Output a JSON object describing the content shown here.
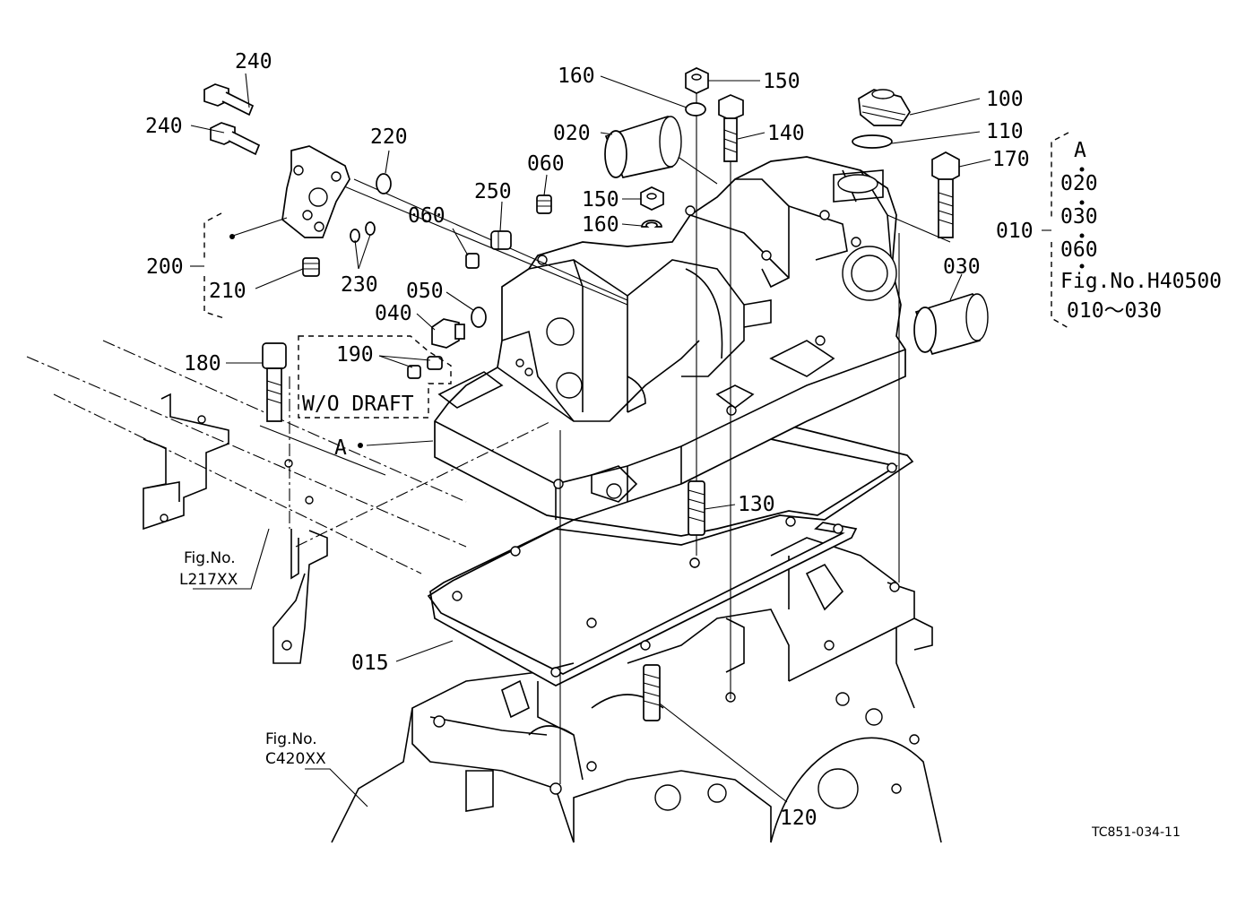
{
  "callouts": {
    "c240a": "240",
    "c240b": "240",
    "c220": "220",
    "c200": "200",
    "c210": "210",
    "c230": "230",
    "c160a": "160",
    "c150a": "150",
    "c100": "100",
    "c110": "110",
    "c170": "170",
    "c020": "020",
    "c140": "140",
    "c060a": "060",
    "c250": "250",
    "c150b": "150",
    "c160b": "160",
    "c060b": "060",
    "c050": "050",
    "c040": "040",
    "c030": "030",
    "c010": "010",
    "c180": "180",
    "c190": "190",
    "c130": "130",
    "c015": "015",
    "c120": "120",
    "cA": "A"
  },
  "legend": {
    "title": "A",
    "items": [
      "020",
      "030",
      "060",
      "Fig.No.H40500",
      "010～030"
    ]
  },
  "notes": {
    "wo_draft": "W/O DRAFT",
    "fig_l217_top": "Fig.No.",
    "fig_l217_bottom": "L217XX",
    "fig_c420_top": "Fig.No.",
    "fig_c420_bottom": "C420XX",
    "drawing_code": "TC851-034-11"
  }
}
